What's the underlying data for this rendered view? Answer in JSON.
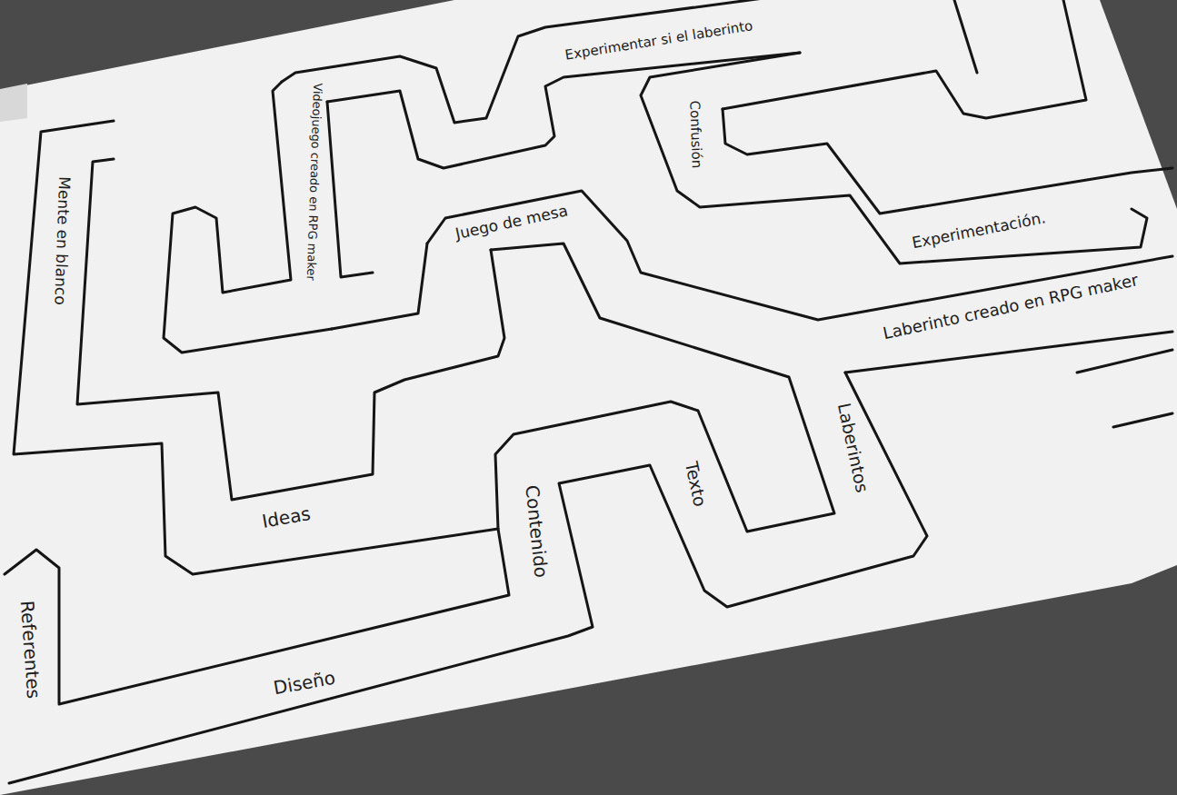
{
  "diagram": {
    "labels": [
      "Experimentar si el laberinto",
      "Videojuego creado en RPG maker",
      "Confusión",
      "Mente en blanco",
      "Juego de mesa",
      "Experimentación.",
      "Laberinto creado en RPG maker",
      "Laberintos",
      "Texto",
      "Contenido",
      "Ideas",
      "Referentes",
      "Diseño"
    ]
  }
}
